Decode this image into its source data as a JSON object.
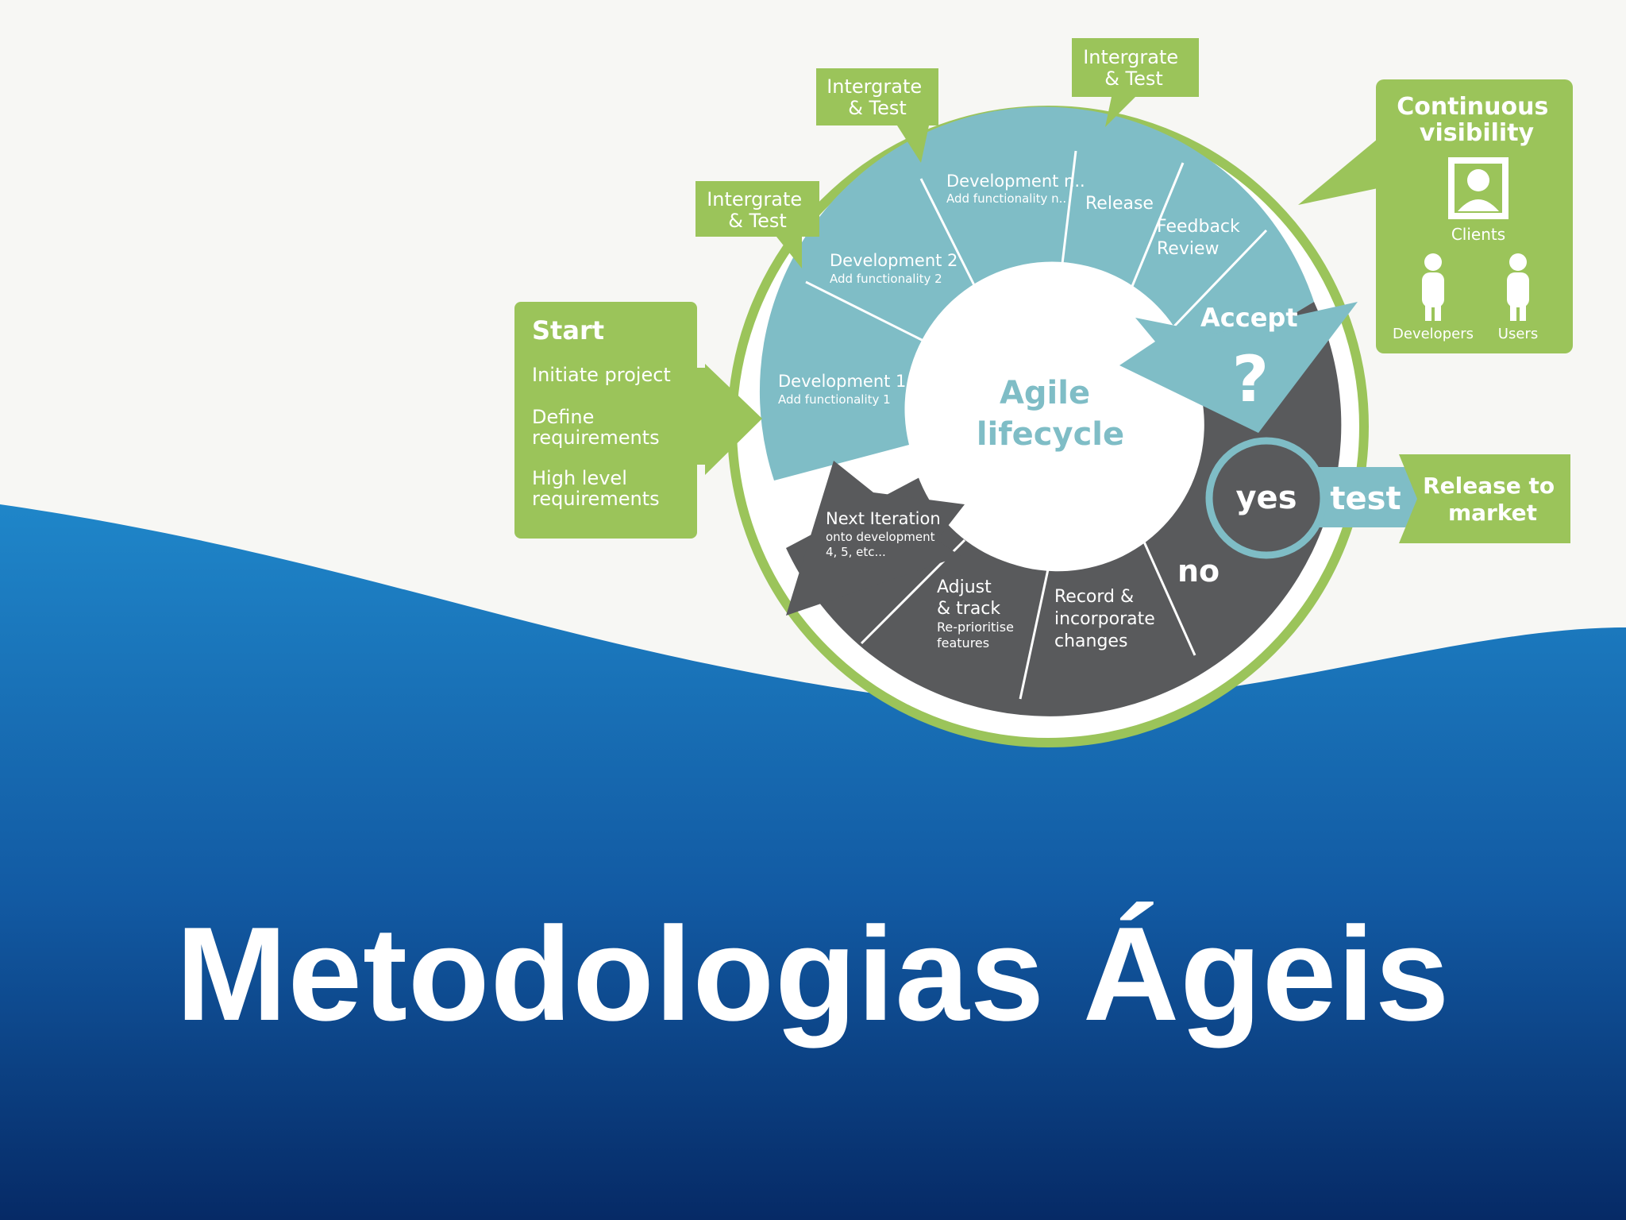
{
  "diagram": {
    "center": [
      "Agile",
      "lifecycle"
    ],
    "start": {
      "heading": "Start",
      "items": [
        [
          "Initiate project"
        ],
        [
          "Define",
          "requirements"
        ],
        [
          "High level",
          "requirements"
        ]
      ]
    },
    "integrate_tags": [
      [
        "Intergrate",
        "& Test"
      ],
      [
        "Intergrate",
        "& Test"
      ],
      [
        "Intergrate",
        "& Test"
      ]
    ],
    "segments": {
      "dev1": {
        "title": "Development 1",
        "sub": "Add functionality 1"
      },
      "dev2": {
        "title": "Development 2",
        "sub": "Add functionality 2"
      },
      "devn": {
        "title": "Development n..",
        "sub": "Add functionality n.."
      },
      "release": "Release",
      "feedback": [
        "Feedback",
        "Review"
      ],
      "accept": "Accept",
      "question": "?",
      "yes": "yes",
      "test": "test",
      "no": "no",
      "record": [
        "Record &",
        "incorporate",
        "changes"
      ],
      "adjust": [
        "Adjust",
        "& track"
      ],
      "adjust_sub": [
        "Re-prioritise",
        "features"
      ],
      "next": "Next Iteration",
      "next_sub": [
        "onto development",
        "4, 5, etc..."
      ]
    },
    "visibility": {
      "heading": [
        "Continuous",
        "visibility"
      ],
      "clients": "Clients",
      "developers": "Developers",
      "users": "Users"
    },
    "release_market": [
      "Release to",
      "market"
    ]
  },
  "title": "Metodologias Ágeis",
  "colors": {
    "green": "#9bc45a",
    "teal": "#7fbdc6",
    "dark": "#595a5c",
    "blue_top": "#1f86c9",
    "blue_bottom": "#062a66"
  }
}
